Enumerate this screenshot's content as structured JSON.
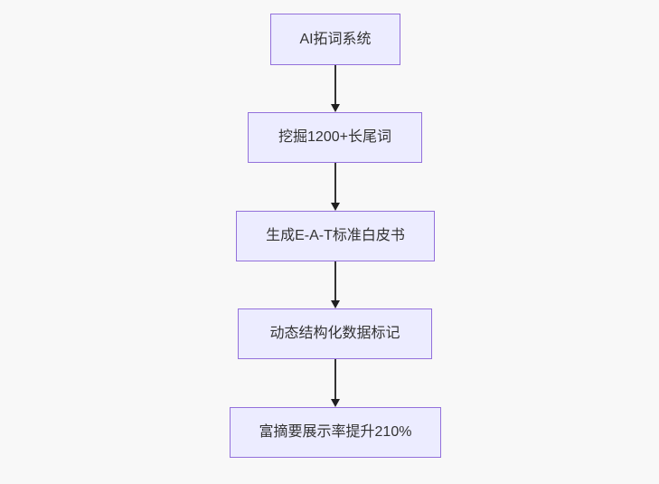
{
  "diagram": {
    "type": "flowchart",
    "direction": "top-down",
    "nodes": [
      {
        "id": "A",
        "label": "AI拓词系统"
      },
      {
        "id": "B",
        "label": "挖掘1200+长尾词"
      },
      {
        "id": "C",
        "label": "生成E-A-T标准白皮书"
      },
      {
        "id": "D",
        "label": "动态结构化数据标记"
      },
      {
        "id": "E",
        "label": "富摘要展示率提升210%"
      }
    ],
    "edges": [
      {
        "from": "A",
        "to": "B"
      },
      {
        "from": "B",
        "to": "C"
      },
      {
        "from": "C",
        "to": "D"
      },
      {
        "from": "D",
        "to": "E"
      }
    ],
    "colors": {
      "background": "#f8f8f8",
      "node_fill": "#ECECFF",
      "node_border": "#9370DB",
      "text": "#333333",
      "arrow": "#333333",
      "arrowhead": "#1f1f1f"
    }
  }
}
